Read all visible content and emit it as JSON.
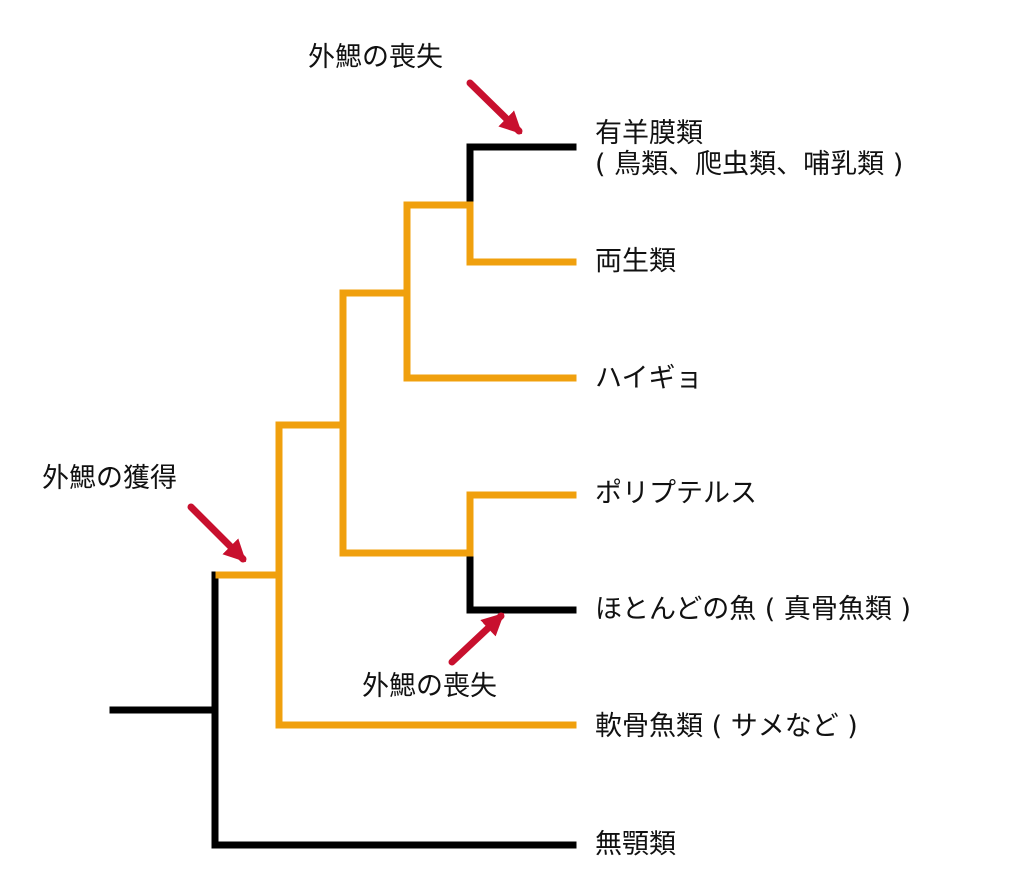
{
  "colors": {
    "gill_present": "#F0A00E",
    "gill_absent": "#000000",
    "arrow": "#C8102E"
  },
  "taxa": [
    {
      "id": "amniotes",
      "name": "有羊膜類",
      "note": "( 鳥類、爬虫類、哺乳類 )"
    },
    {
      "id": "amphibians",
      "name": "両生類"
    },
    {
      "id": "lungfish",
      "name": "ハイギョ"
    },
    {
      "id": "polypterus",
      "name": "ポリプテルス"
    },
    {
      "id": "teleosts",
      "name": "ほとんどの魚 ( 真骨魚類 )"
    },
    {
      "id": "cartilaginous",
      "name": "軟骨魚類 ( サメなど )"
    },
    {
      "id": "agnathans",
      "name": "無顎類"
    }
  ],
  "events": {
    "gain": "外鰓の獲得",
    "loss_top": "外鰓の喪失",
    "loss_bottom": "外鰓の喪失"
  }
}
